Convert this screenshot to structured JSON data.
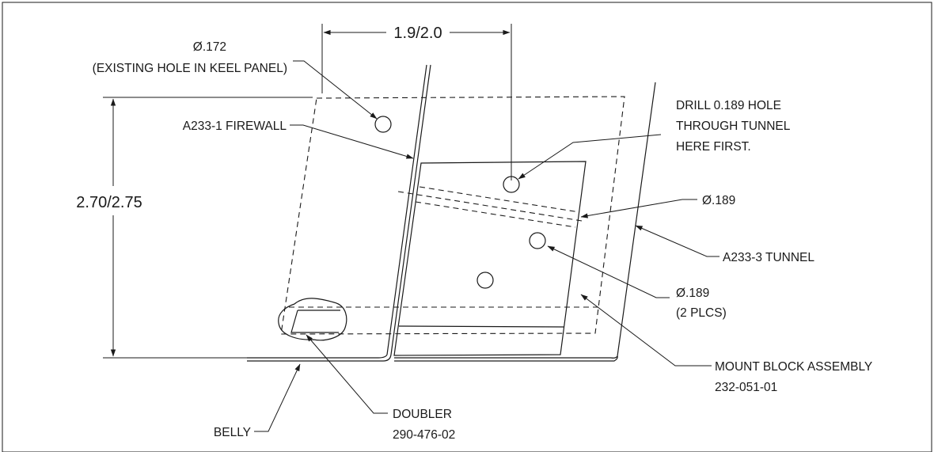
{
  "dimensions": {
    "width_dim": "1.9/2.0",
    "height_dim": "2.70/2.75"
  },
  "callouts": {
    "hole_172_line1": "Ø.172",
    "hole_172_line2": "(EXISTING HOLE IN KEEL PANEL)",
    "firewall": "A233-1 FIREWALL",
    "drill_line1": "DRILL 0.189  HOLE",
    "drill_line2": "THROUGH TUNNEL",
    "drill_line3": "HERE FIRST.",
    "hole_189_top": "Ø.189",
    "tunnel": "A233-3 TUNNEL",
    "hole_189_plcs_line1": "Ø.189",
    "hole_189_plcs_line2": "(2 PLCS)",
    "mount_line1": "MOUNT BLOCK ASSEMBLY",
    "mount_line2": "232-051-01",
    "doubler_line1": "DOUBLER",
    "doubler_line2": "290-476-02",
    "belly": "BELLY"
  }
}
